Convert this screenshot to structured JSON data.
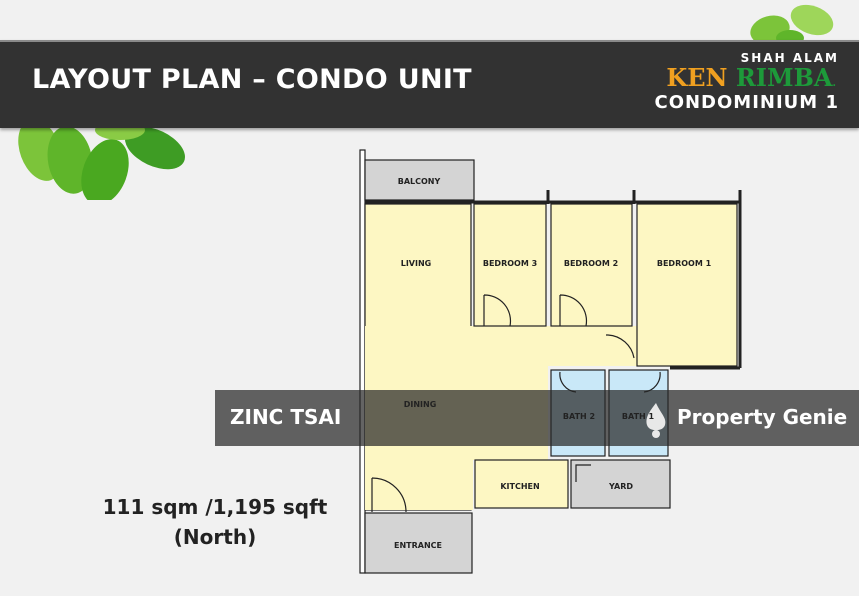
{
  "header": {
    "title": "LAYOUT PLAN – CONDO UNIT",
    "brand_location": "SHAH ALAM",
    "brand_name_1": "KEN",
    "brand_name_2": "RIMBA",
    "brand_subtitle": "CONDOMINIUM 1"
  },
  "floorplan": {
    "rooms": {
      "balcony": "BALCONY",
      "living": "LIVING",
      "bedroom3": "BEDROOM 3",
      "bedroom2": "BEDROOM 2",
      "bedroom1": "BEDROOM 1",
      "dining": "DINING",
      "bath2": "BATH 2",
      "bath1": "BATH 1",
      "kitchen": "KITCHEN",
      "yard": "YARD",
      "entrance": "ENTRANCE"
    },
    "colors": {
      "room": "#fdf7c3",
      "service": "#d4d4d4",
      "bath": "#c9e8f8"
    }
  },
  "unit": {
    "size": "111 sqm /1,195 sqft",
    "orientation": "(North)"
  },
  "watermark": {
    "agent": "ZINC TSAI",
    "brand": "Property Genie"
  },
  "icons": [
    "leaf-decoration",
    "property-genie-logo"
  ]
}
